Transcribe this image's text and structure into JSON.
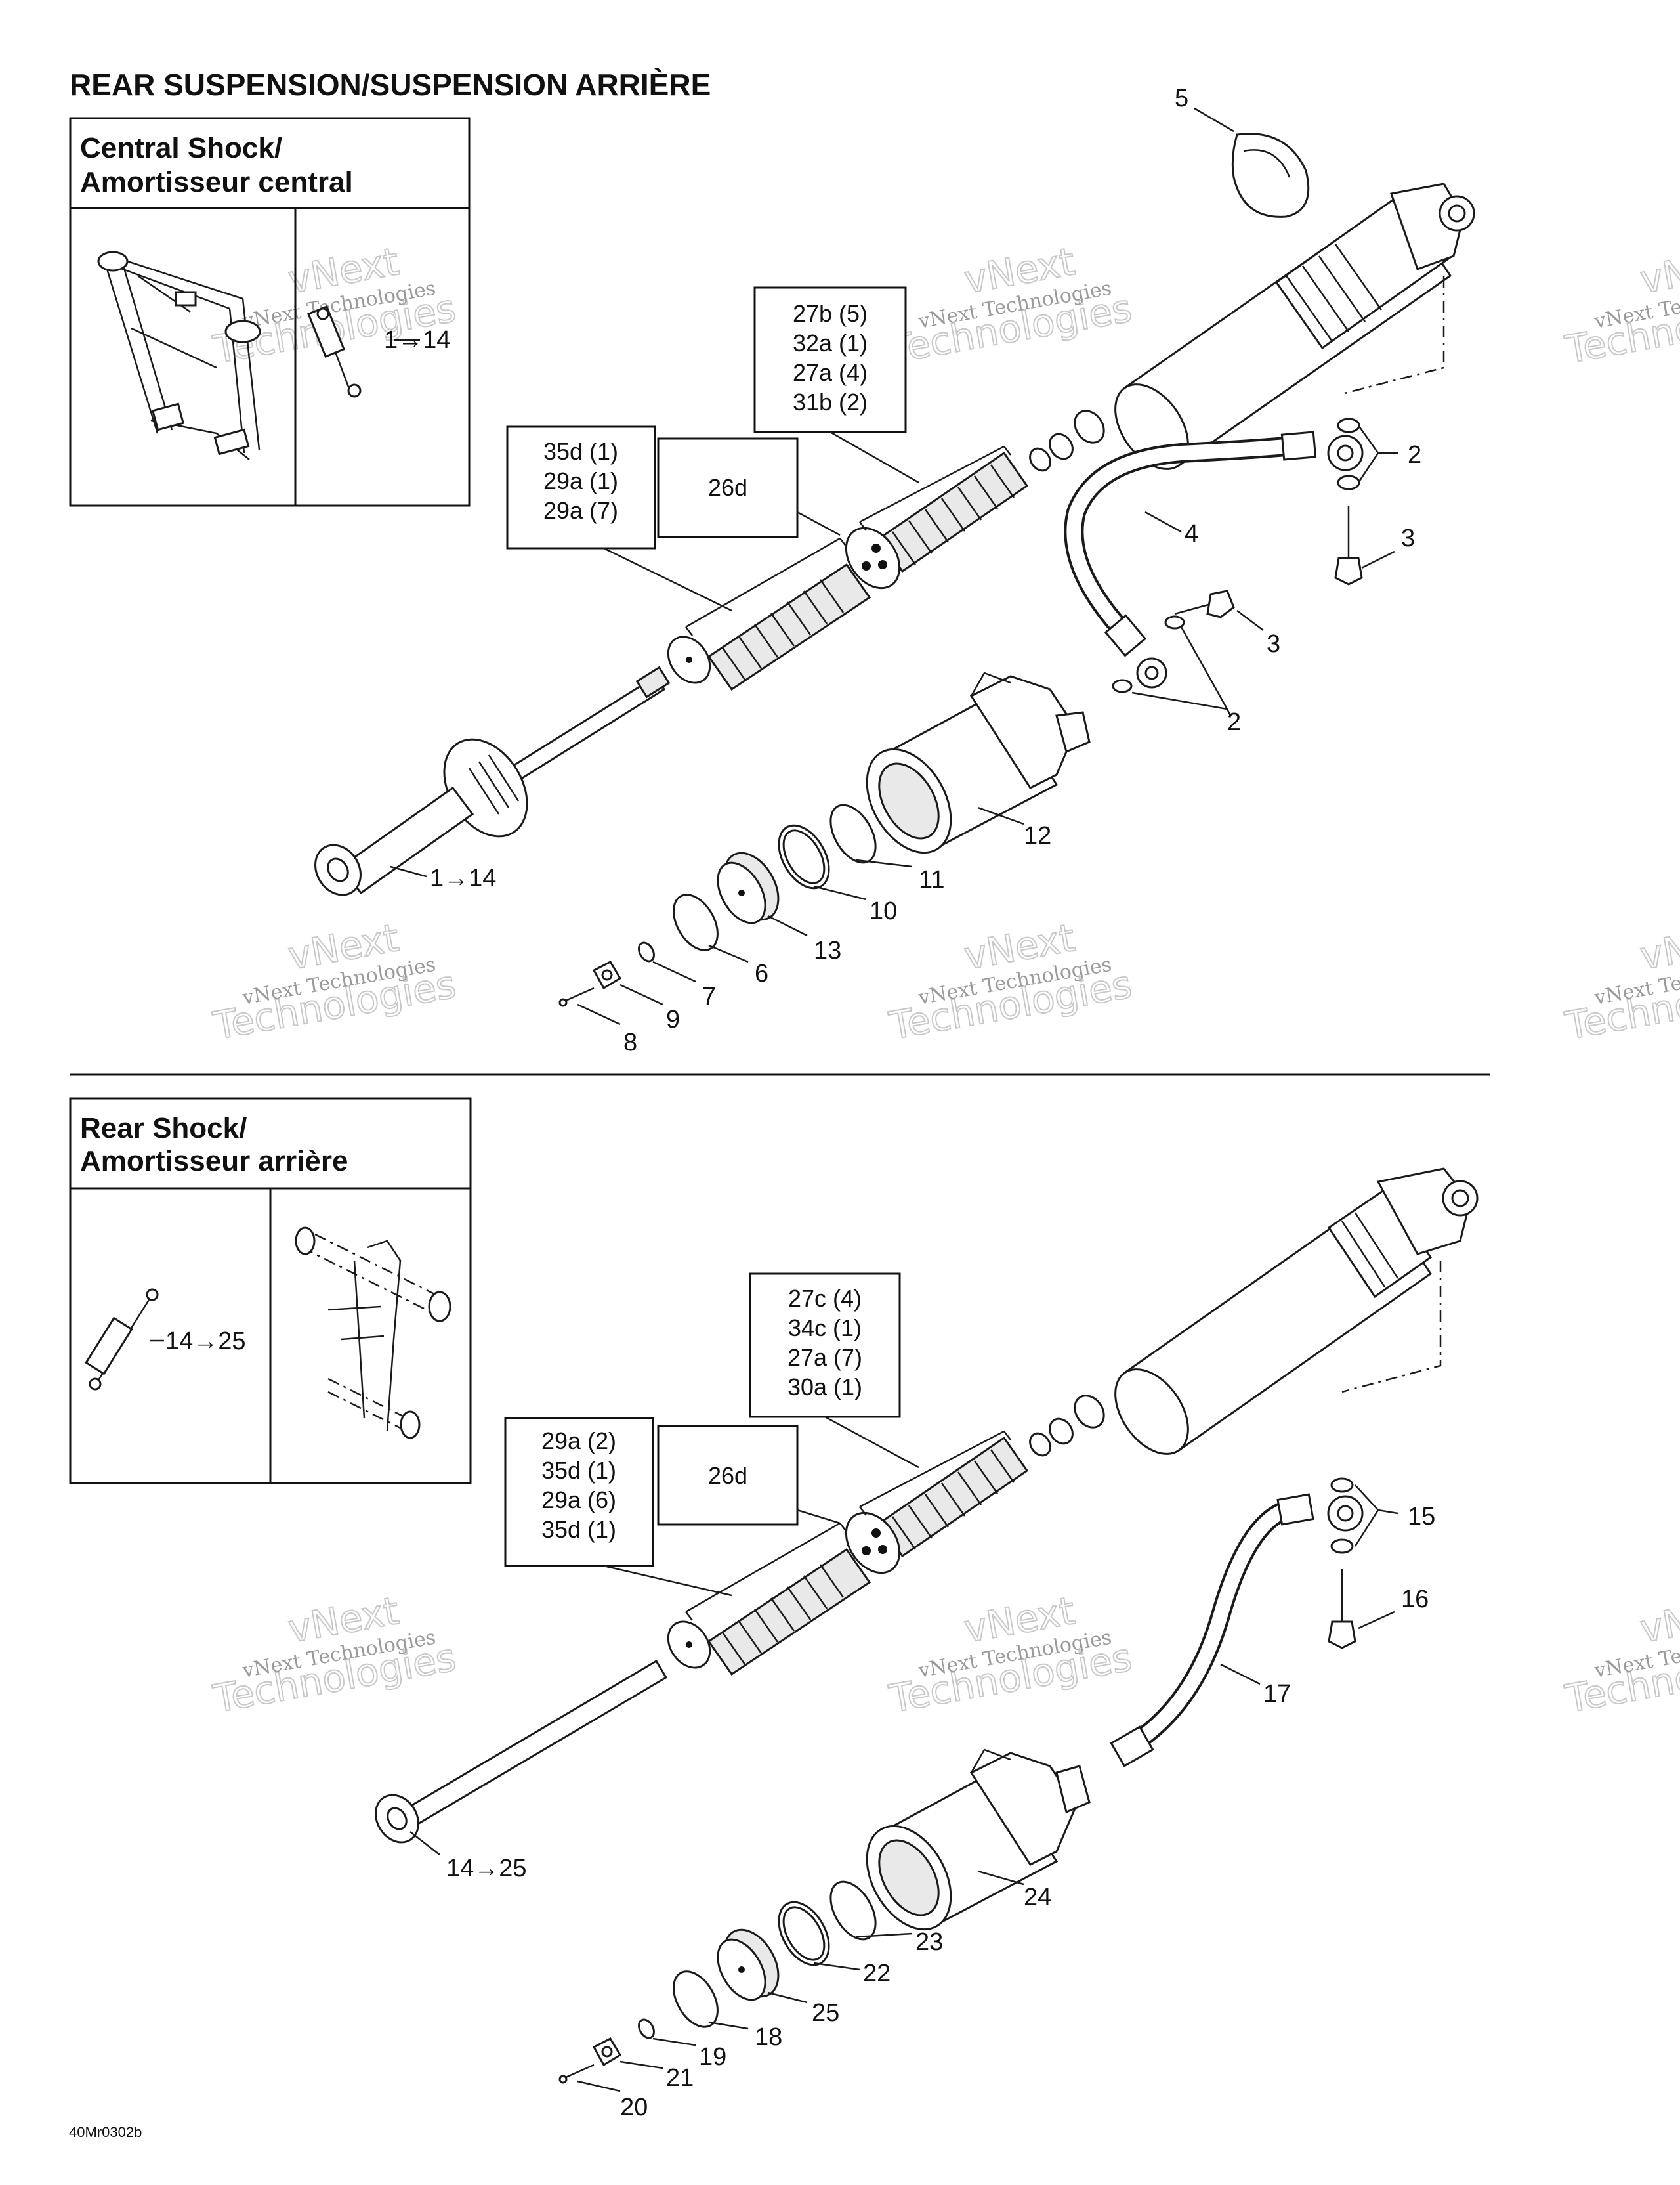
{
  "page_title": "REAR SUSPENSION/SUSPENSION ARRIÈRE",
  "central_box": {
    "line1": "Central Shock/",
    "line2": "Amortisseur central",
    "ref": "1→14"
  },
  "rear_box": {
    "line1": "Rear Shock/",
    "line2": "Amortisseur arrière",
    "ref": "14→25"
  },
  "central_lists": {
    "upper": [
      "27b (5)",
      "32a (1)",
      "27a (4)",
      "31b (2)"
    ],
    "lower": [
      "35d (1)",
      "29a (1)",
      "29a (7)"
    ],
    "mid": "26d"
  },
  "rear_lists": {
    "upper": [
      "27c (4)",
      "34c (1)",
      "27a (7)",
      "30a (1)"
    ],
    "lower": [
      "29a (2)",
      "35d (1)",
      "29a (6)",
      "35d (1)"
    ],
    "mid": "26d"
  },
  "callouts_central": [
    "5",
    "2",
    "3",
    "4",
    "3",
    "2",
    "12",
    "11",
    "10",
    "13",
    "6",
    "7",
    "9",
    "8",
    "1→14"
  ],
  "callouts_rear": [
    "15",
    "16",
    "17",
    "24",
    "23",
    "22",
    "25",
    "18",
    "19",
    "21",
    "20",
    "14→25"
  ],
  "watermark": {
    "line1": "vNext Technologies",
    "line2": "vNext",
    "line3": "Technologies"
  },
  "footer_code": "40Mr0302b"
}
